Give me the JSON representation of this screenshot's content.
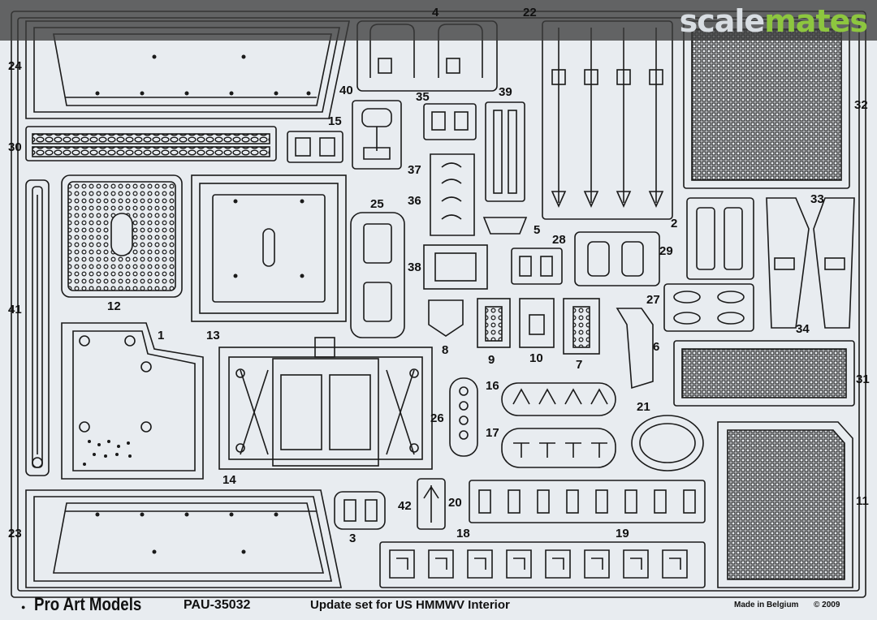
{
  "watermark": {
    "part1": "scale",
    "part2": "mates"
  },
  "footer": {
    "brand": "Pro Art Models",
    "code": "PAU-35032",
    "title": "Update set for US HMMWV Interior",
    "made": "Made in Belgium",
    "year": "© 2009"
  },
  "part_labels": [
    "1",
    "2",
    "3",
    "4",
    "5",
    "6",
    "7",
    "8",
    "9",
    "10",
    "11",
    "12",
    "13",
    "14",
    "15",
    "16",
    "17",
    "18",
    "19",
    "20",
    "21",
    "22",
    "23",
    "24",
    "25",
    "26",
    "27",
    "28",
    "29",
    "30",
    "31",
    "32",
    "33",
    "34",
    "35",
    "36",
    "37",
    "38",
    "39",
    "40",
    "41",
    "42"
  ],
  "colors": {
    "background": "#e8ecf0",
    "line": "#1a1a1a",
    "brand_green": "#8dc63f"
  }
}
